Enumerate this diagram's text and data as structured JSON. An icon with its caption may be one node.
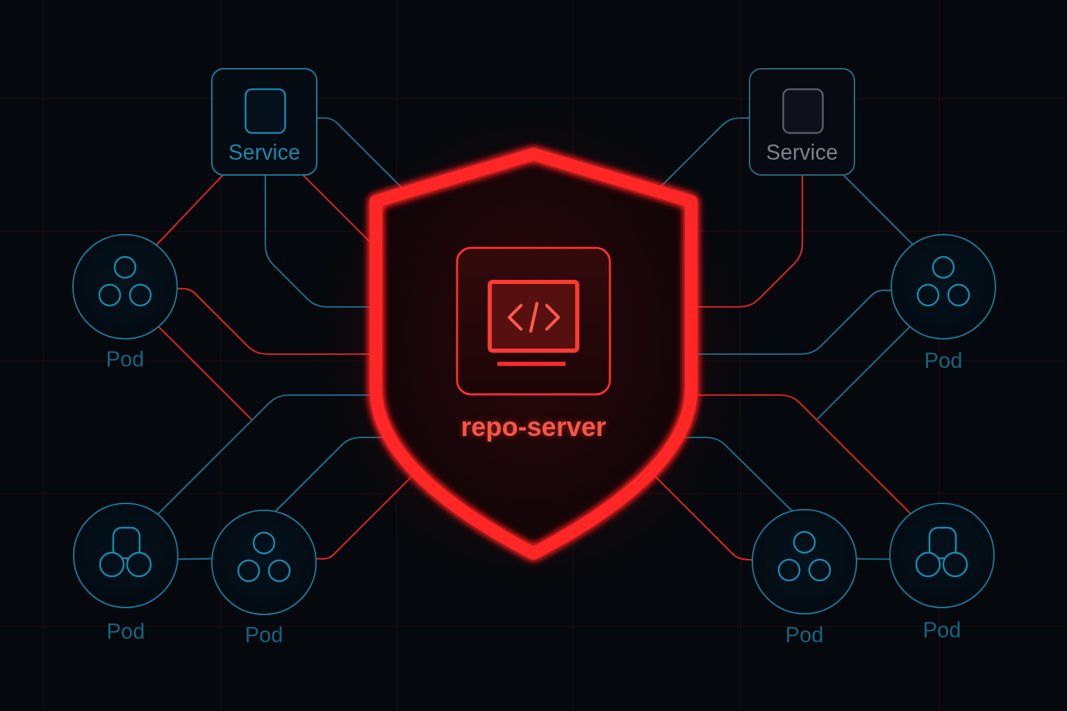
{
  "diagram": {
    "nodes": [
      {
        "text": [
          "Service"
        ]
      },
      {
        "text": [
          "Service"
        ]
      },
      {
        "text": [
          "repo-server"
        ]
      },
      {
        "text": [
          "Pod"
        ]
      },
      {
        "text": [
          "Pod"
        ]
      },
      {
        "text": [
          "Pod"
        ]
      },
      {
        "text": [
          "Pod"
        ]
      },
      {
        "text": [
          "Pod"
        ]
      },
      {
        "text": [
          "Pod"
        ]
      }
    ],
    "edges": [
      {
        "from": 0,
        "to": 2,
        "arrow": "none"
      },
      {
        "from": 0,
        "to": 2,
        "arrow": "none",
        "color": "#e02424"
      },
      {
        "from": 0,
        "to": 3,
        "arrow": "none",
        "color": "#e02424"
      },
      {
        "from": 0,
        "to": 2,
        "arrow": "none"
      },
      {
        "from": 3,
        "to": 2,
        "arrow": "none",
        "color": "#e02424"
      },
      {
        "from": 3,
        "to": null,
        "arrow": "none",
        "color": "#e02424"
      },
      {
        "from": 5,
        "to": 2,
        "arrow": "none"
      },
      {
        "from": 6,
        "to": 2,
        "arrow": "none"
      },
      {
        "from": 6,
        "to": 2,
        "arrow": "none",
        "color": "#e02424"
      },
      {
        "from": 5,
        "to": 6,
        "arrow": "none"
      },
      {
        "from": 1,
        "to": 2,
        "arrow": "none"
      },
      {
        "from": 1,
        "to": 2,
        "arrow": "none",
        "color": "#e02424"
      },
      {
        "from": 1,
        "to": 4,
        "arrow": "none"
      },
      {
        "from": 4,
        "to": 2,
        "arrow": "none"
      },
      {
        "from": 4,
        "to": null,
        "arrow": "none"
      },
      {
        "from": 2,
        "to": 8,
        "arrow": "none",
        "color": "#e02424"
      },
      {
        "from": 2,
        "to": 7,
        "arrow": "none"
      },
      {
        "from": 2,
        "to": 7,
        "arrow": "none",
        "color": "#e02424"
      },
      {
        "from": 7,
        "to": 8,
        "arrow": "none"
      }
    ]
  }
}
